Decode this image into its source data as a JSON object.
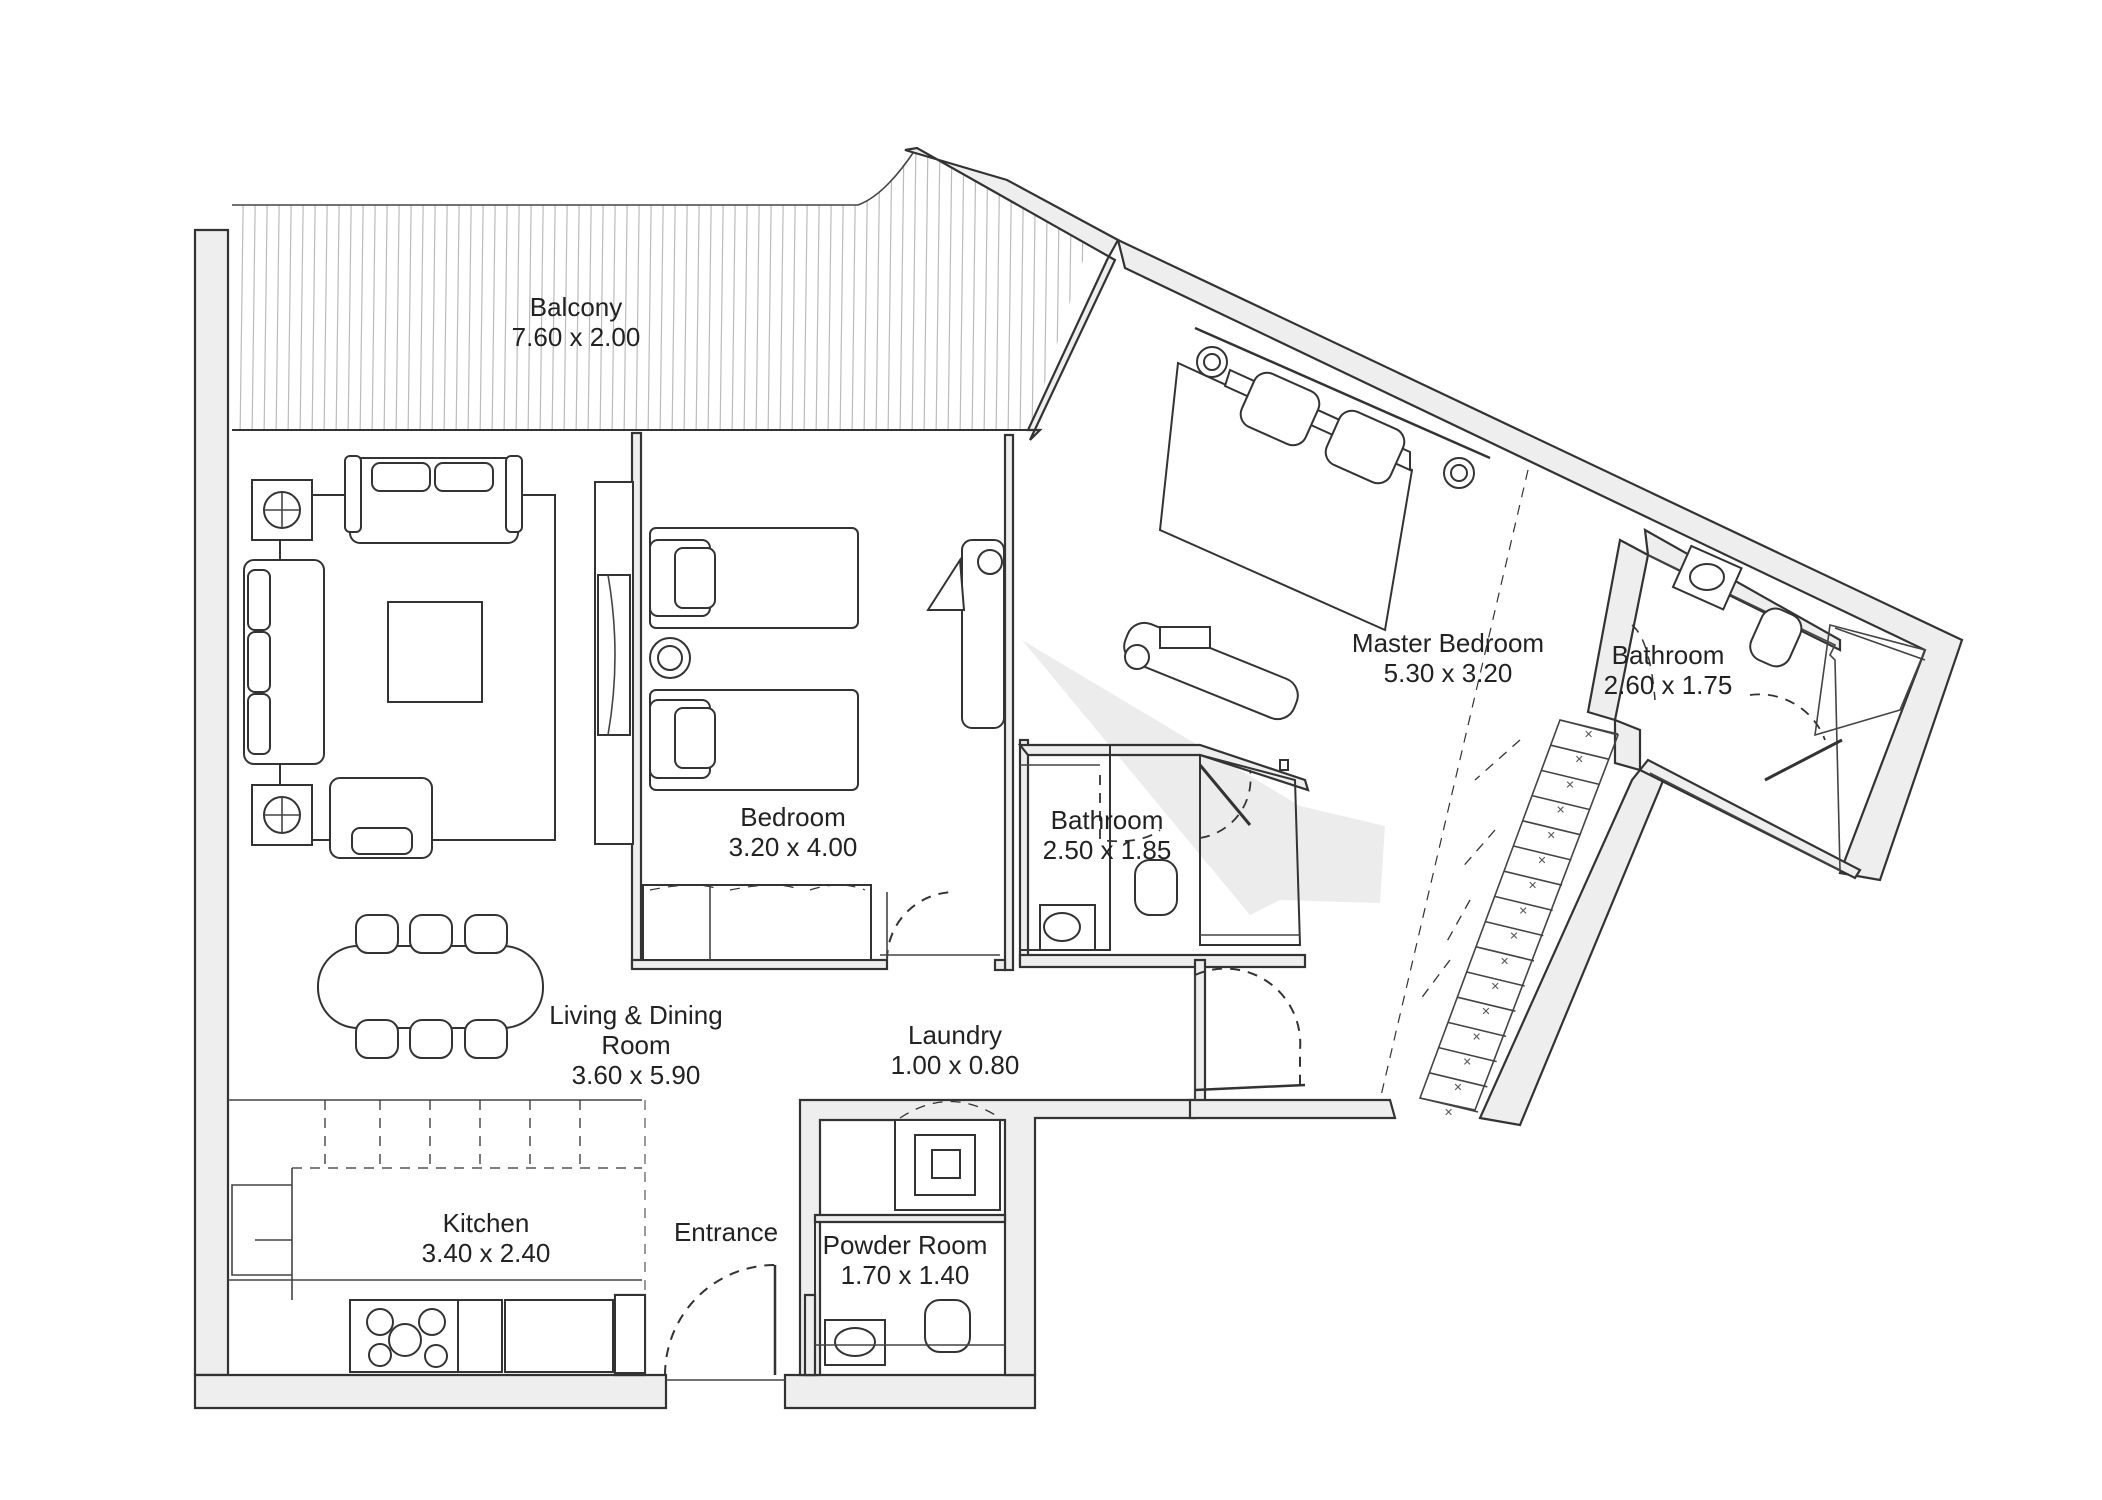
{
  "plan": {
    "rooms": [
      {
        "id": "balcony",
        "name": "Balcony",
        "dims": "7.60 x 2.00"
      },
      {
        "id": "master-bedroom",
        "name": "Master Bedroom",
        "dims": "5.30 x 3.20"
      },
      {
        "id": "master-bathroom",
        "name": "Bathroom",
        "dims": "2.60 x 1.75"
      },
      {
        "id": "bedroom",
        "name": "Bedroom",
        "dims": "3.20 x 4.00"
      },
      {
        "id": "bathroom",
        "name": "Bathroom",
        "dims": "2.50 x 1.85"
      },
      {
        "id": "living-dining",
        "name": "Living & Dining",
        "name2": "Room",
        "dims": "3.60 x 5.90"
      },
      {
        "id": "laundry",
        "name": "Laundry",
        "dims": "1.00 x 0.80"
      },
      {
        "id": "kitchen",
        "name": "Kitchen",
        "dims": "3.40 x 2.40"
      },
      {
        "id": "entrance",
        "name": "Entrance"
      },
      {
        "id": "powder-room",
        "name": "Powder Room",
        "dims": "1.70 x 1.40"
      }
    ]
  }
}
